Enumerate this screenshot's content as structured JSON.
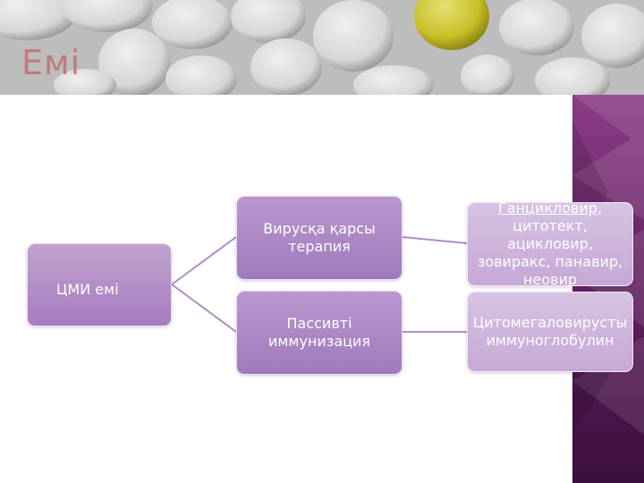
{
  "title": "Емі",
  "root": {
    "label": "ЦМИ емі"
  },
  "branches": [
    {
      "label": "Вирусқа қарсы терапия",
      "leaf_underlined": "Ганцикловир",
      "leaf_rest": ", цитотект, ацикловир, зовиракс, панавир, неовир"
    },
    {
      "label": "Пассивті иммунизация",
      "leaf": "Цитомегаловирусты иммуноглобулин"
    }
  ],
  "colors": {
    "title": "#c07070",
    "root_fill": "#a57cbf",
    "branch_fill": "#a079bd",
    "leaf_fill": "#c6a8d6",
    "connector": "#b08cc6",
    "strip": "#5d1e5c",
    "accent_pill": "#d6cc2a"
  },
  "icons": [
    "pill-photo-header",
    "purple-side-strip"
  ]
}
